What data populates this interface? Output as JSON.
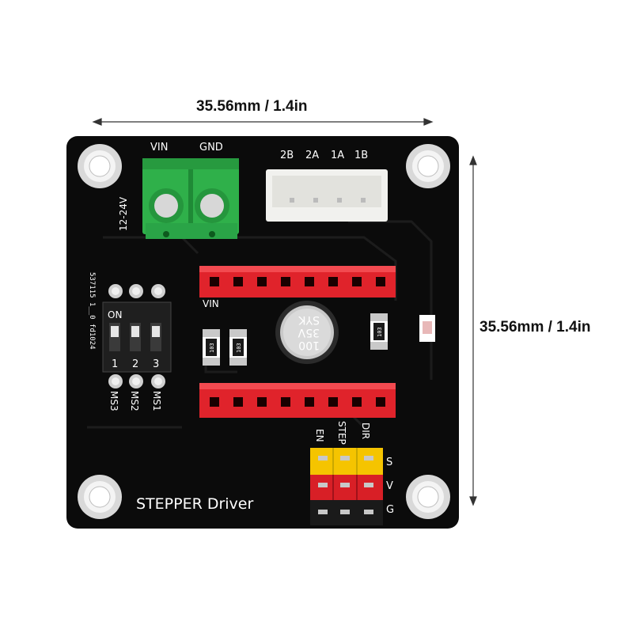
{
  "dimensions": {
    "width_label": "35.56mm / 1.4in",
    "height_label": "35.56mm / 1.4in"
  },
  "board": {
    "title": "STEPPER Driver",
    "power_terminal": {
      "vin": "VIN",
      "gnd": "GND",
      "voltage": "12-24V"
    },
    "motor_pins": [
      "2B",
      "2A",
      "1A",
      "1B"
    ],
    "vin_label": "VIN",
    "dip_switch": {
      "on": "ON",
      "numbers": [
        "1",
        "2",
        "3"
      ],
      "labels": [
        "MS3",
        "MS2",
        "MS1"
      ]
    },
    "side_marking": "537115 1__0 fd1024",
    "capacitor": {
      "line1": "100",
      "line2": "35V",
      "line3": "SYK"
    },
    "resistor_code": "103",
    "signal_pins": [
      "EN",
      "STEP",
      "DIR"
    ],
    "row_labels": [
      "S",
      "V",
      "G"
    ]
  },
  "colors": {
    "pcb": "#0b0b0b",
    "terminal": "#2fb04a",
    "header": "#e0232b",
    "pin_yellow": "#f5c400",
    "pin_red": "#d81f26",
    "pin_black": "#1a1a1a"
  }
}
